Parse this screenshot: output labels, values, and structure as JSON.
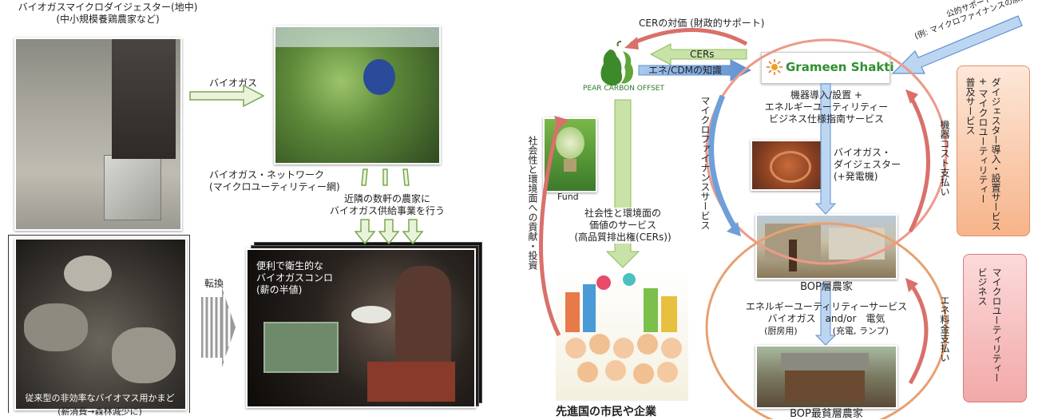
{
  "left": {
    "digester_caption": [
      "バイオガスマイクロダイジェスター(地中)",
      "(中小規模養鶏農家など)"
    ],
    "biogas_arrow_label": "バイオガス",
    "network_caption": [
      "バイオガス・ネットワーク",
      "(マイクロユーティリティー網)"
    ],
    "supply_caption": [
      "近隣の数軒の農家に",
      "バイオガス供給事業を行う"
    ],
    "stove_overlay": [
      "便利で衛生的な",
      "バイオガスコンロ",
      "(薪の半値)"
    ],
    "conversion_label": "転換",
    "old_stove_caption": "従来型の非効率なバイオマス用かまど",
    "old_stove_note": "(薪消費→森林減少に)"
  },
  "right": {
    "cer_price_label": "CERの対価 (財政的サポート)",
    "cers_label": "CERs",
    "knowledge_label": "エネ/CDMの知識",
    "pear_logo_text": "PEAR CARBON OFFSET",
    "grameen_logo_text": "Grameen Shakti",
    "public_support": [
      "公的サポート",
      "(例: マイクロファイナンスの原資)"
    ],
    "fund_label": "Fund",
    "social_contribution_label": "社会性と環境面への貢献・投資",
    "social_value_label": [
      "社会性と環境面の",
      "価値のサービス",
      "(高品質排出権(CERs))"
    ],
    "citizens_label": "先進国の市民や企業",
    "equipment_service": [
      "機器導入/設置 +",
      "エネルギーユーティリティー",
      "ビジネス仕様指南サービス"
    ],
    "microfinance_service": "マイクロファイナンスサービス",
    "biogas_digester_label": [
      "バイオガス・",
      "ダイジェスター",
      "(+発電機)"
    ],
    "equipment_payment": "機器コスト支払い",
    "bop_farmer_label": "BOP層農家",
    "utility_service": [
      "エネルギーユーティリティーサービス",
      "バイオガス　and/or　電気",
      "(厨房用)　　　　(充電, ランプ)"
    ],
    "energy_payment": "エネ料金支払い",
    "poorest_farmer_label": "BOP最貧層農家",
    "side_box_top": [
      "ダイジェスター導入・設置サービス",
      "+ マイクロユーティリティー",
      "普及サービス"
    ],
    "side_box_bottom": [
      "マイクロユーティリティー",
      "ビジネス"
    ]
  },
  "colors": {
    "green_arrow": "#9bc66a",
    "blue_arrow": "#6f9fd8",
    "red_arrow": "#d9706a",
    "circle": "#e8a070",
    "grameen_green": "#2f8f2f"
  }
}
